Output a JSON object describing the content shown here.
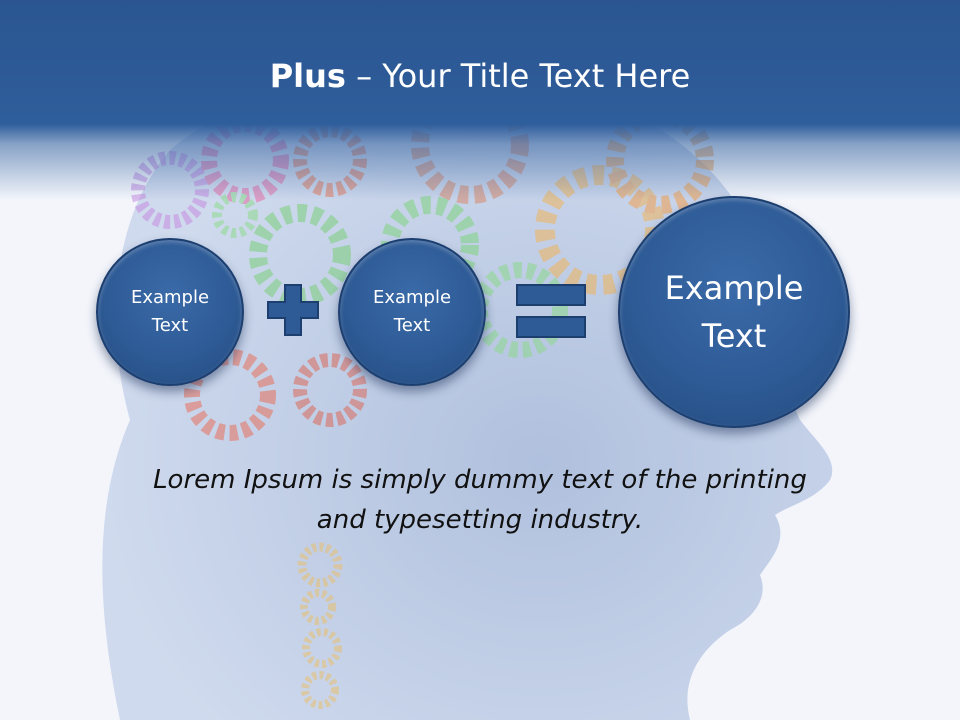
{
  "slide": {
    "title_bold": "Plus",
    "title_rest": " – Your Title Text Here",
    "circles": [
      {
        "label": "Example\nText"
      },
      {
        "label": "Example\nText"
      },
      {
        "label": "Example\nText"
      }
    ],
    "operators": {
      "plus": "plus-icon",
      "equals": "equals-icon"
    },
    "caption": "Lorem Ipsum is simply dummy text of the printing\nand typesetting industry."
  },
  "colors": {
    "header": "#2f5e9c",
    "circle": "#2e5b96",
    "operator_fill": "#2e5b96",
    "operator_stroke": "#1d3f70",
    "caption_text": "#111111"
  }
}
